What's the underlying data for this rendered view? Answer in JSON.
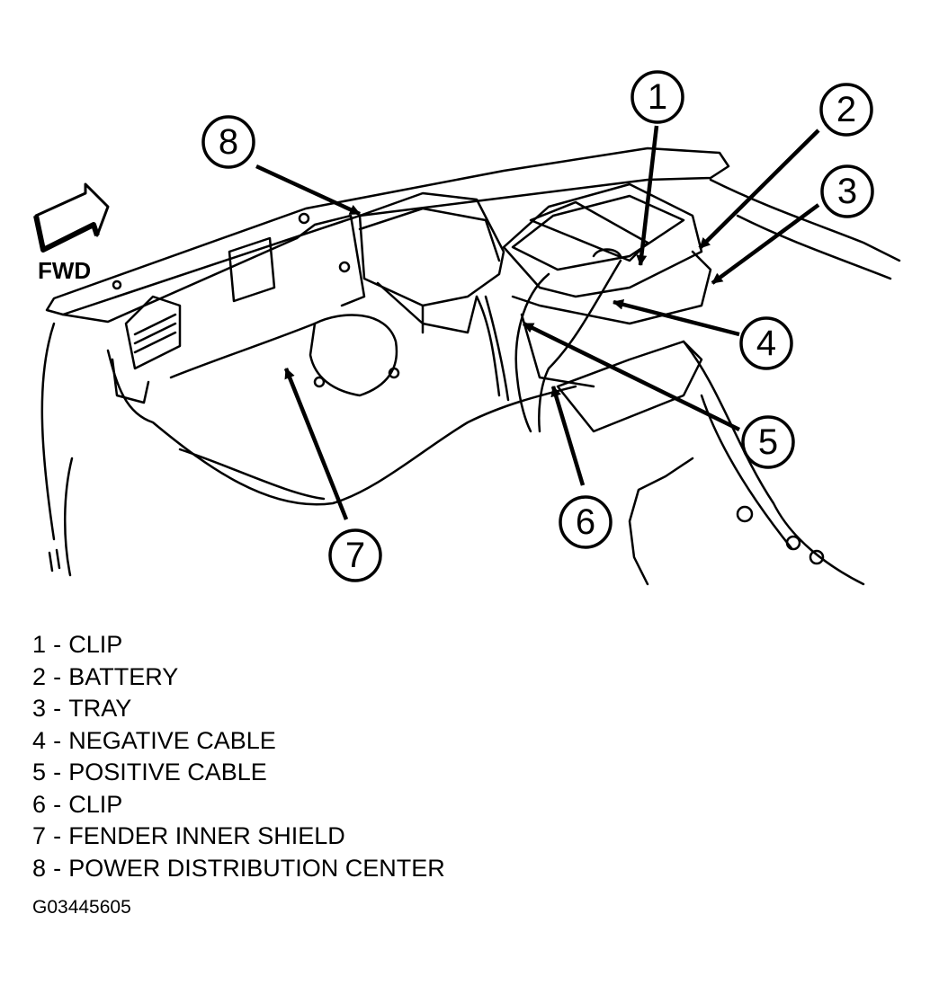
{
  "diagram": {
    "fwd_label": "FWD",
    "callouts": [
      "1",
      "2",
      "3",
      "4",
      "5",
      "6",
      "7",
      "8"
    ]
  },
  "legend": [
    {
      "num": "1",
      "sep": "-",
      "label": "CLIP"
    },
    {
      "num": "2",
      "sep": "-",
      "label": "BATTERY"
    },
    {
      "num": "3",
      "sep": "-",
      "label": "TRAY"
    },
    {
      "num": "4",
      "sep": "-",
      "label": "NEGATIVE CABLE"
    },
    {
      "num": "5",
      "sep": "-",
      "label": "POSITIVE CABLE"
    },
    {
      "num": "6",
      "sep": "-",
      "label": "CLIP"
    },
    {
      "num": "7",
      "sep": "-",
      "label": "FENDER INNER SHIELD"
    },
    {
      "num": "8",
      "sep": "-",
      "label": "POWER DISTRIBUTION CENTER"
    }
  ],
  "figure_id": "G03445605"
}
